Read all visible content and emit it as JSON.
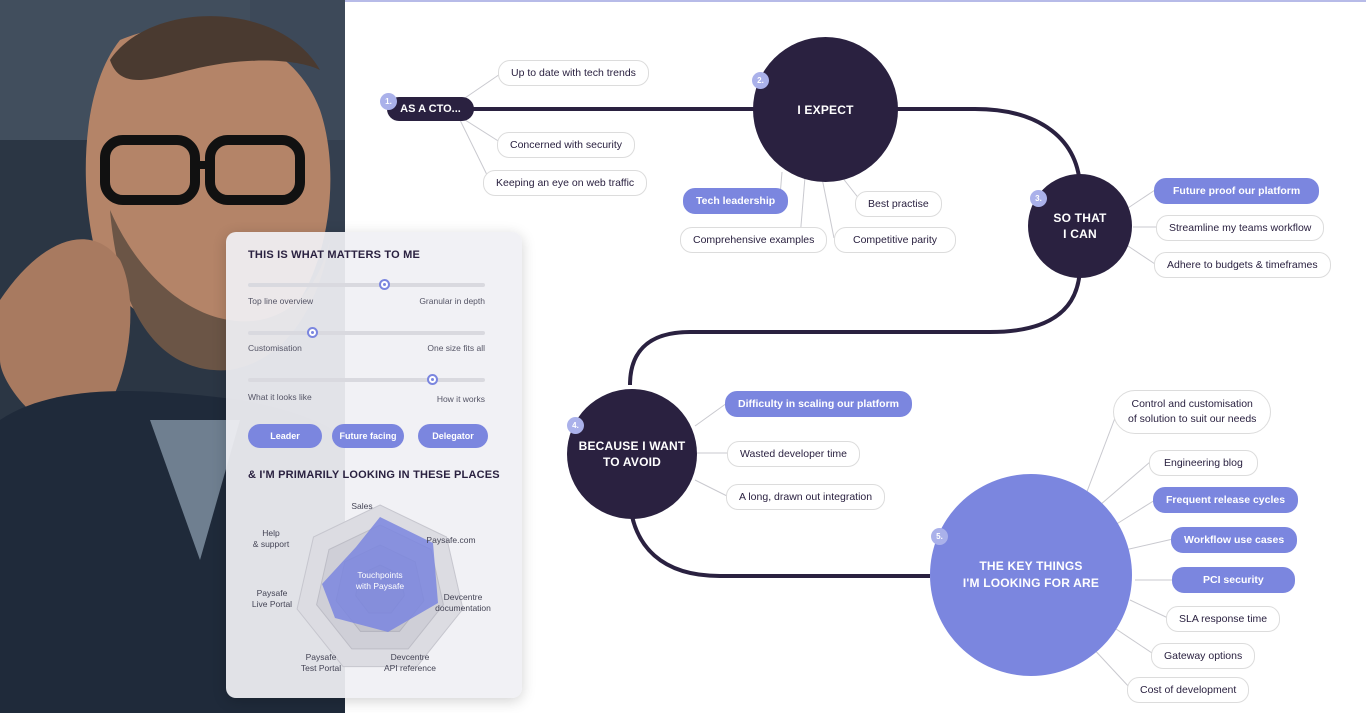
{
  "nodes": {
    "cto": "AS A CTO...",
    "expect": "I EXPECT",
    "so_that": "SO THAT\nI CAN",
    "avoid": "BECAUSE I WANT\nTO AVOID",
    "key_things": "THE KEY THINGS\nI'M LOOKING FOR ARE"
  },
  "numbers": [
    "1.",
    "2.",
    "3.",
    "4.",
    "5."
  ],
  "cto_items": [
    "Up to date with tech trends",
    "Concerned with security",
    "Keeping an eye on web traffic"
  ],
  "expect_items": [
    "Tech leadership",
    "Best practise",
    "Comprehensive examples",
    "Competitive parity"
  ],
  "so_that_items": [
    "Future proof our platform",
    "Streamline my teams workflow",
    "Adhere to budgets & timeframes"
  ],
  "avoid_items": [
    "Difficulty in scaling our platform",
    "Wasted developer time",
    "A long, drawn out integration"
  ],
  "key_items": [
    "Control and customisation\nof solution to suit our needs",
    "Engineering blog",
    "Frequent release cycles",
    "Workflow use cases",
    "PCI security",
    "SLA response time",
    "Gateway options",
    "Cost of development"
  ],
  "card": {
    "title": "THIS IS WHAT MATTERS TO ME",
    "sliders": [
      {
        "left": "Top line overview",
        "right": "Granular in depth",
        "value": 0.58
      },
      {
        "left": "Customisation",
        "right": "One size fits all",
        "value": 0.26
      },
      {
        "left": "What it looks like",
        "right": "How it works",
        "value": 0.79
      }
    ],
    "tags": [
      "Leader",
      "Future facing",
      "Delegator"
    ],
    "places_title": "& I'M PRIMARILY LOOKING IN THESE PLACES",
    "radar": {
      "center": "Touchpoints\nwith Paysafe",
      "labels": [
        "Sales",
        "Paysafe.com",
        "Devcentre\ndocumentation",
        "Devcentre\nAPI reference",
        "Paysafe\nTest Portal",
        "Paysafe\nLive Portal",
        "Help\n& support"
      ]
    }
  },
  "colors": {
    "dark": "#2a2140",
    "accent": "#7b86df",
    "badge": "#aab1ea"
  }
}
